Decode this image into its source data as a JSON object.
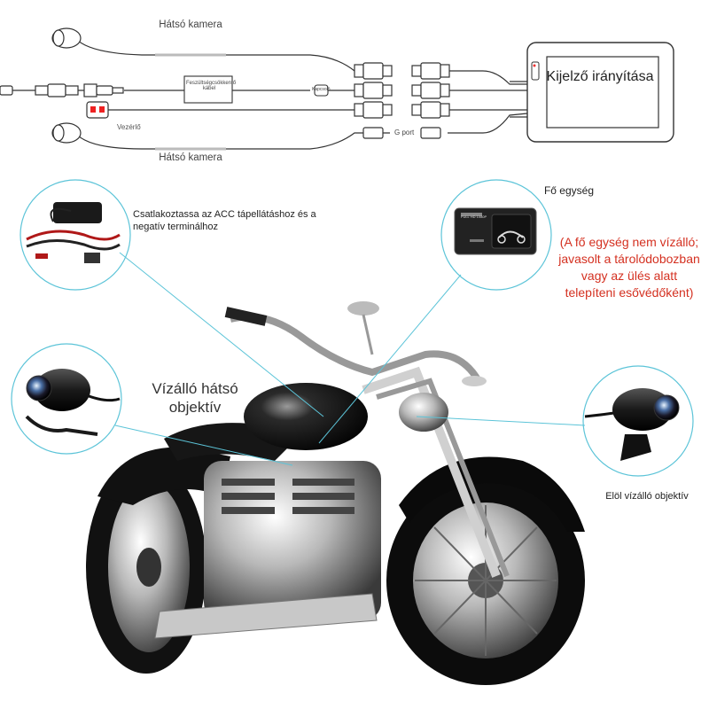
{
  "wiring": {
    "rear_camera_top": "Hátsó kamera",
    "rear_camera_bottom": "Hátsó kamera",
    "display_control": "Kijelző irányítása",
    "power_cable": "Feszültségcsökkentő kábel",
    "small_tag": "Kapcsoló",
    "controller": "Vezérlő",
    "gps_port": "G port"
  },
  "callouts": {
    "acc_text": "Csatlakoztassa az ACC tápellátáshoz és a negatív terminálhoz",
    "main_unit": "Fő egység",
    "main_unit_screen_text": "FULL HD 1080P",
    "main_unit_note": "(A fő egység nem vízálló; javasolt a tárolódobozban vagy az ülés alatt telepíteni esővédőként)",
    "rear_lens": "Vízálló hátsó objektív",
    "front_lens": "Elöl vízálló objektív"
  },
  "colors": {
    "line": "#333333",
    "callout_circle": "#5cc4d8",
    "note_red": "#d43020"
  }
}
